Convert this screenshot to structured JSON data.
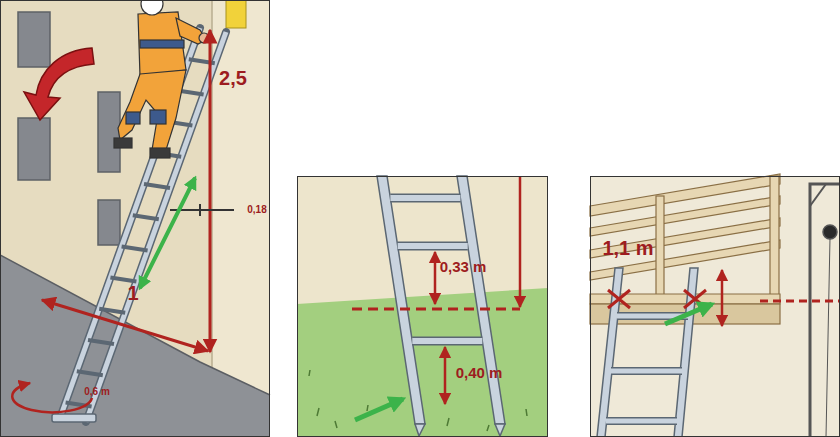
{
  "diagram": {
    "labels": [
      "2,5",
      "0,18",
      "1",
      "0,6 m",
      "0,33 m",
      "0,40 m",
      "1,1 m"
    ]
  }
}
